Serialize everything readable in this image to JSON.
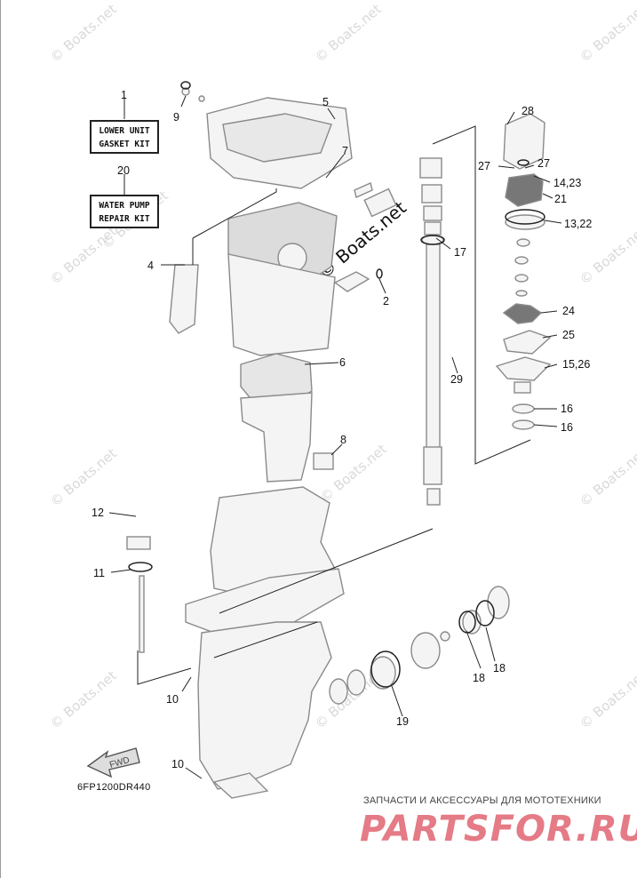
{
  "diagram": {
    "watermark": "© Boats.net",
    "drawing_code": "6FP1200DR440",
    "fwd_label": "FWD",
    "kits": [
      {
        "label_line1": "LOWER UNIT",
        "label_line2": "GASKET KIT"
      },
      {
        "label_line1": "WATER PUMP",
        "label_line2": "REPAIR KIT"
      }
    ],
    "callouts": [
      "1",
      "20",
      "9",
      "5",
      "7",
      "4",
      "2",
      "6",
      "8",
      "12",
      "11",
      "10",
      "10",
      "28",
      "27",
      "27",
      "14,23",
      "21",
      "13,22",
      "17",
      "24",
      "25",
      "15,26",
      "29",
      "16",
      "16",
      "18",
      "18",
      "19"
    ]
  },
  "brand": {
    "tagline": "ЗАПЧАСТИ И АКСЕССУАРЫ ДЛЯ МОТОТЕХНИКИ",
    "logo_text": "PARTSFOR.RU"
  },
  "colors": {
    "line": "#222222",
    "part_fill": "#f4f4f4",
    "part_stroke": "#8a8a8a",
    "watermark": "#d9d9d9",
    "logo": "#e47b86"
  }
}
